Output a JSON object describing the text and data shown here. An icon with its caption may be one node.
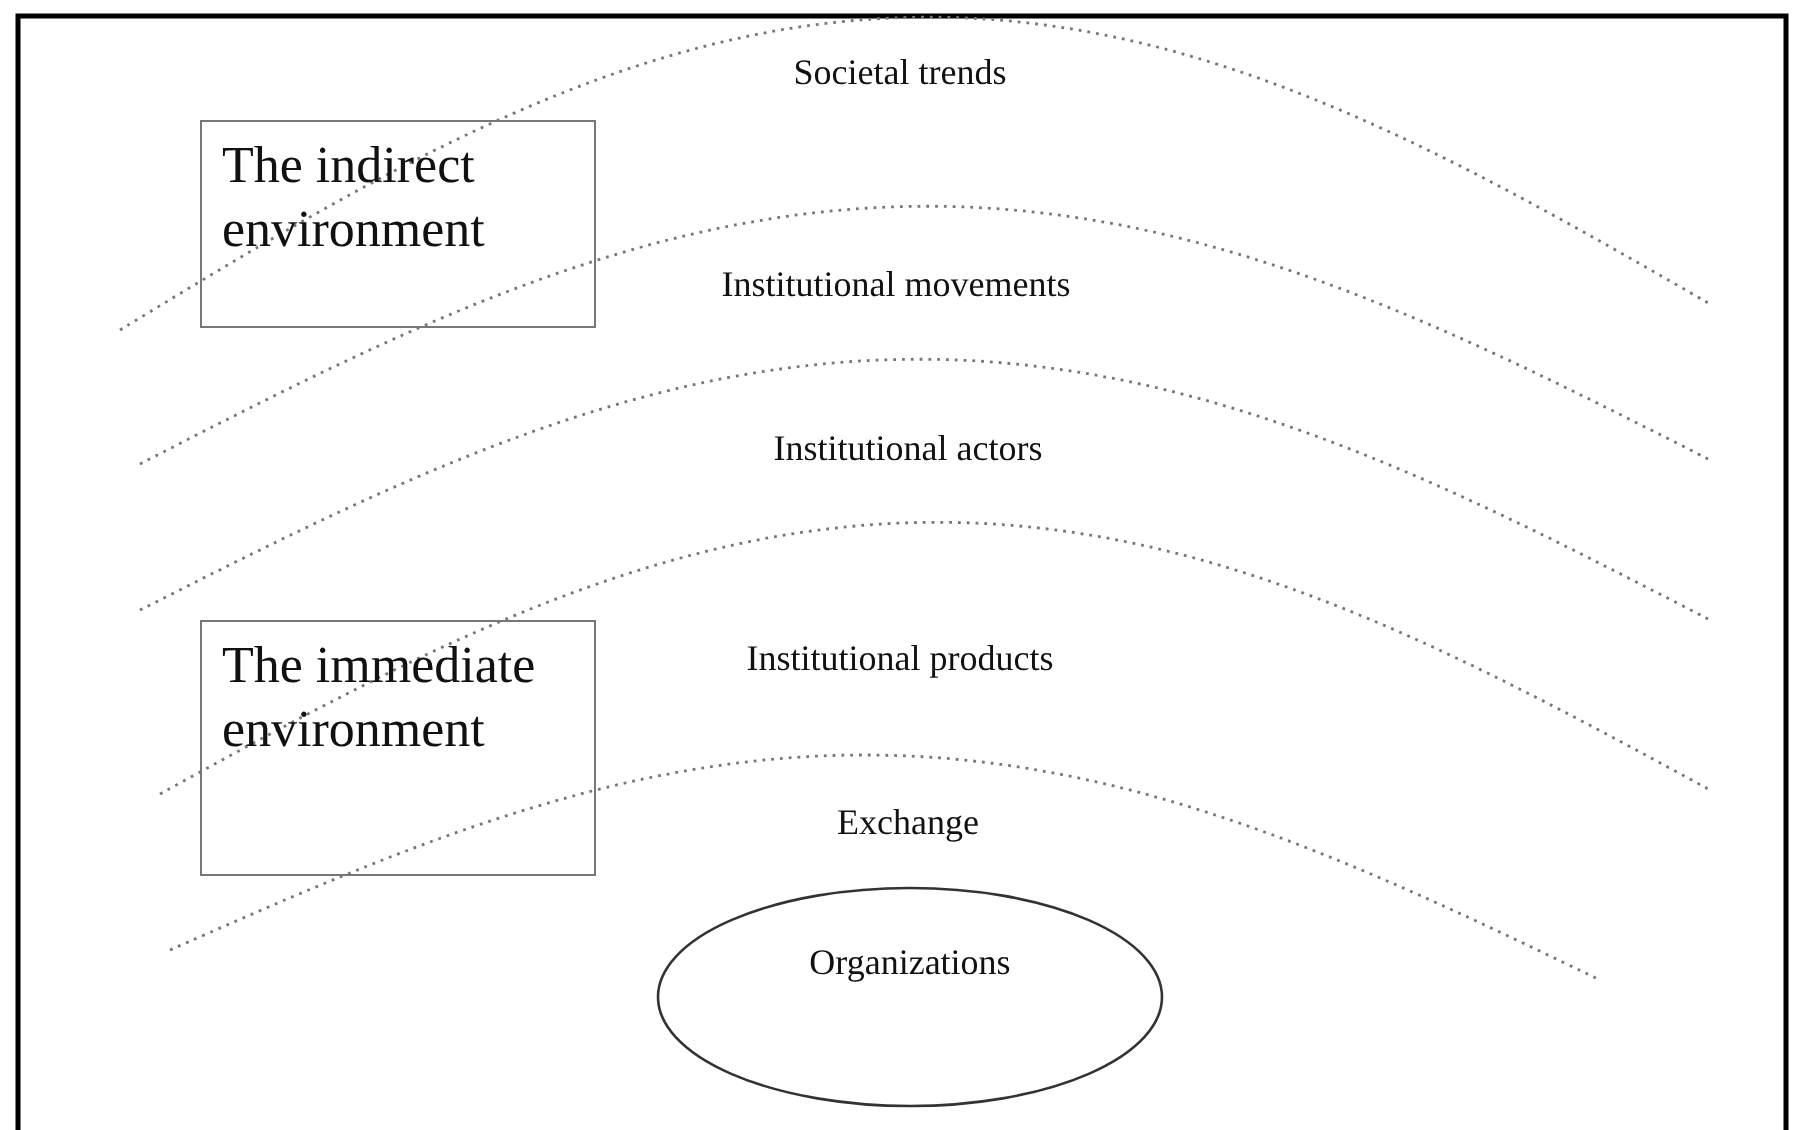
{
  "diagram": {
    "nodes": [
      {
        "text": [
          "The indirect environment"
        ]
      },
      {
        "text": [
          "The immediate environment"
        ]
      },
      {
        "text": [
          "Organizations"
        ]
      }
    ],
    "labels": [
      "Societal trends",
      "Institutional movements",
      "Institutional actors",
      "Institutional products",
      "Exchange"
    ]
  }
}
